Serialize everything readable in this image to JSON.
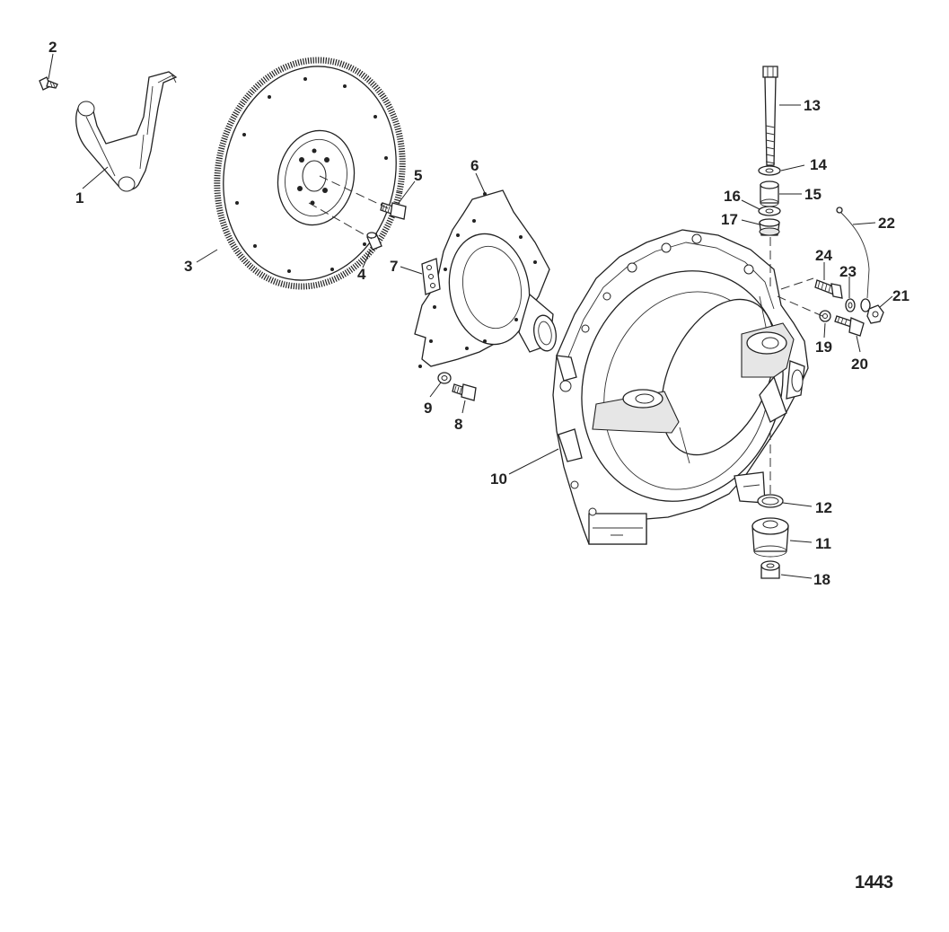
{
  "figure_number": "1443",
  "callouts": {
    "c1": "1",
    "c2": "2",
    "c3": "3",
    "c4": "4",
    "c5": "5",
    "c6": "6",
    "c7": "7",
    "c8": "8",
    "c9": "9",
    "c10": "10",
    "c11": "11",
    "c12": "12",
    "c13": "13",
    "c14": "14",
    "c15": "15",
    "c16": "16",
    "c17": "17",
    "c18": "18",
    "c19": "19",
    "c20": "20",
    "c21": "21",
    "c22": "22",
    "c23": "23",
    "c24": "24"
  }
}
